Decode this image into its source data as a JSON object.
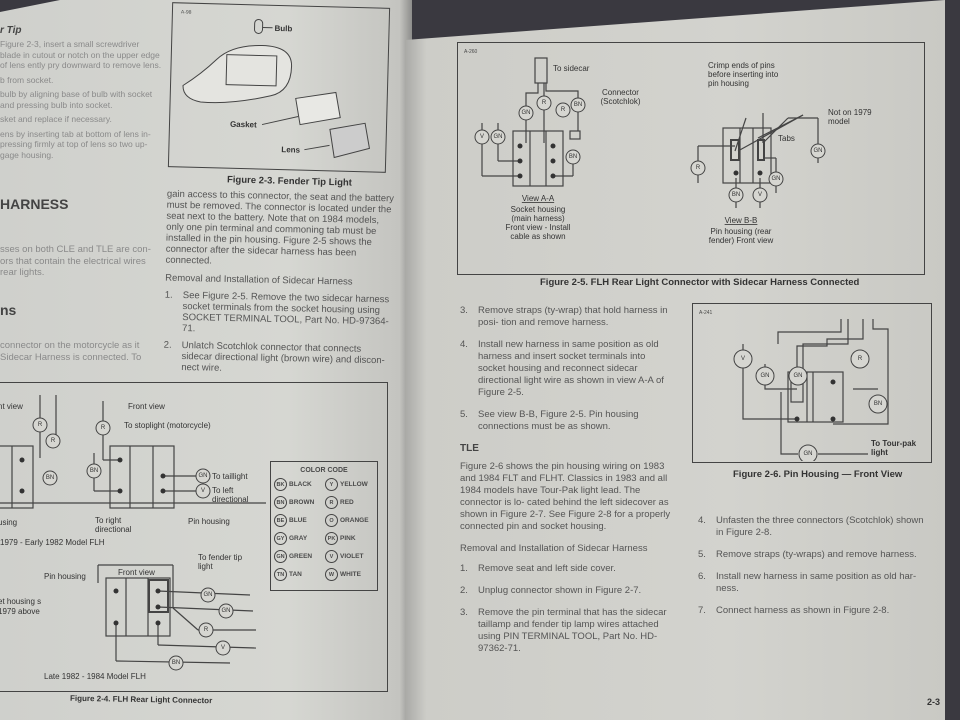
{
  "left_page": {
    "col1": {
      "tip_heading": "r Tip",
      "tip_steps": [
        "Figure 2-3, insert a small screwdriver blade in cutout or notch on the upper edge of lens ently pry downward to remove lens.",
        "b from socket.",
        "bulb by aligning base of bulb with socket and pressing bulb into socket.",
        "sket and replace if necessary.",
        "ens by inserting tab at bottom of lens in- pressing firmly at top of lens so two up- gage housing."
      ],
      "harness_heading": "HARNESS",
      "harness_para": "sses on both CLE and TLE are con- ors that contain the electrical wires rear lights.",
      "ns_heading": "ns",
      "ns_para": "connector on the motorcycle as it Sidecar Harness is connected. To"
    },
    "figure_2_3": {
      "ref": "A-98",
      "labels": {
        "bulb": "Bulb",
        "gasket": "Gasket",
        "lens": "Lens"
      },
      "caption": "Figure 2-3. Fender Tip Light"
    },
    "col2": {
      "para": "gain access to this connector, the seat and the battery must be removed. The connector is located under the seat next to the battery. Note that on 1984 models, only one pin terminal and commoning tab must be installed in the pin housing. Figure 2-5 shows the connector after the sidecar harness has been connected.",
      "subheading": "Removal and Installation of Sidecar Harness",
      "steps": [
        {
          "n": "1.",
          "text": "See Figure 2-5. Remove the two sidecar harness socket terminals from the socket housing using SOCKET TERMINAL TOOL, Part No. HD-97364-71."
        },
        {
          "n": "2.",
          "text": "Unlatch Scotchlok connector that connects sidecar directional light (brown wire) and discon- nect wire."
        }
      ]
    },
    "figure_2_4": {
      "labels": {
        "front_view_left": "nt view",
        "front_view": "Front view",
        "to_stoplight": "To stoplight (motorcycle)",
        "to_taillight": "To taillight",
        "to_left_directional": "To left directional",
        "to_right_directional": "To right directional",
        "pin_housing": "Pin housing",
        "housing_left": "using",
        "early_model": "1979 - Early 1982 Model FLH",
        "front_view_lower": "Front view",
        "pin_housing_lower": "Pin housing",
        "to_fender_tip": "To fender tip light",
        "socket_housing_note": "et housing s 1979 above",
        "late_model": "Late 1982 - 1984 Model FLH"
      },
      "connectors_upper": [
        "R",
        "R",
        "BN",
        "R",
        "BN",
        "GN",
        "V"
      ],
      "connectors_lower": [
        "GN",
        "GN",
        "R",
        "V",
        "BN"
      ],
      "color_code": {
        "title": "COLOR CODE",
        "items": [
          {
            "code": "BK",
            "name": "BLACK"
          },
          {
            "code": "Y",
            "name": "YELLOW"
          },
          {
            "code": "BN",
            "name": "BROWN"
          },
          {
            "code": "R",
            "name": "RED"
          },
          {
            "code": "BE",
            "name": "BLUE"
          },
          {
            "code": "O",
            "name": "ORANGE"
          },
          {
            "code": "GY",
            "name": "GRAY"
          },
          {
            "code": "PK",
            "name": "PINK"
          },
          {
            "code": "GN",
            "name": "GREEN"
          },
          {
            "code": "V",
            "name": "VIOLET"
          },
          {
            "code": "TN",
            "name": "TAN"
          },
          {
            "code": "W",
            "name": "WHITE"
          }
        ]
      },
      "caption": "Figure 2-4. FLH Rear Light Connector"
    }
  },
  "right_page": {
    "figure_2_5": {
      "ref": "A-260",
      "labels": {
        "to_sidecar": "To sidecar",
        "connector": "Connector (Scotchlok)",
        "crimp": "Crimp ends of pins before inserting into pin housing",
        "not_on_1979": "Not on 1979 model",
        "tabs": "Tabs",
        "view_aa": "View A-A",
        "view_aa_desc": "Socket housing (main harness) Front view - Install cable as shown",
        "view_bb": "View B-B",
        "view_bb_desc": "Pin housing (rear fender) Front view"
      },
      "connectors_aa": [
        "V",
        "GN",
        "GN",
        "R",
        "R",
        "BN",
        "BN"
      ],
      "connectors_bb": [
        "R",
        "BN",
        "V",
        "GN",
        "GN"
      ],
      "caption": "Figure 2-5. FLH Rear Light Connector with Sidecar Harness Connected"
    },
    "steps_a": [
      {
        "n": "3.",
        "text": "Remove straps (ty-wrap) that hold harness in posi- tion and remove harness."
      },
      {
        "n": "4.",
        "text": "Install new harness in same position as old harness and insert socket terminals into socket housing and reconnect sidecar directional light wire as shown in view A-A of Figure 2-5."
      },
      {
        "n": "5.",
        "text": "See view B-B, Figure 2-5. Pin housing connections must be as shown."
      }
    ],
    "tle_heading": "TLE",
    "tle_para": "Figure 2-6 shows the pin housing wiring on 1983 and 1984 FLT and FLHT. Classics in 1983 and all 1984 models have Tour-Pak light lead. The connector is lo- cated behind the left sidecover as shown in Figure 2-7. See Figure 2-8 for a properly connected pin and socket housing.",
    "subheading": "Removal and Installation of Sidecar Harness",
    "steps_b": [
      {
        "n": "1.",
        "text": "Remove seat and left side cover."
      },
      {
        "n": "2.",
        "text": "Unplug connector shown in Figure 2-7."
      },
      {
        "n": "3.",
        "text": "Remove the pin terminal that has the sidecar taillamp and fender tip lamp wires attached using PIN TERMINAL TOOL, Part No. HD-97362-71."
      }
    ],
    "figure_2_6": {
      "ref": "A-241",
      "connectors": [
        "V",
        "GN",
        "GN",
        "R",
        "BN",
        "GN"
      ],
      "to_tourpak": "To Tour-pak light",
      "caption": "Figure 2-6. Pin Housing — Front View"
    },
    "steps_c": [
      {
        "n": "4.",
        "text": "Unfasten the three connectors (Scotchlok) shown in Figure 2-8."
      },
      {
        "n": "5.",
        "text": "Remove straps (ty-wraps) and remove harness."
      },
      {
        "n": "6.",
        "text": "Install new harness in same position as old har- ness."
      },
      {
        "n": "7.",
        "text": "Connect harness as shown in Figure 2-8."
      }
    ],
    "page_number": "2-3"
  }
}
